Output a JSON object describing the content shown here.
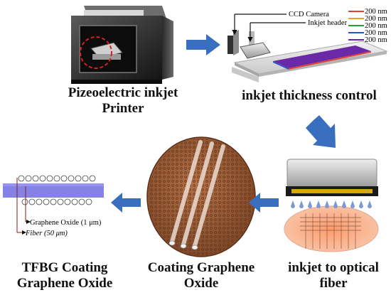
{
  "steps": [
    {
      "line1": "Pizeoelectric inkjet",
      "line2": "Printer"
    },
    {
      "line1": "inkjet thickness control",
      "line2": ""
    },
    {
      "line1": "inkjet to optical",
      "line2": "fiber"
    },
    {
      "line1": "Coating Graphene",
      "line2": "Oxide"
    },
    {
      "line1": "TFBG Coating",
      "line2": "Graphene Oxide"
    }
  ],
  "thickness_panel": {
    "ccd_label": "CCD Camera",
    "inkjet_label": "Inkjet header",
    "layers": [
      {
        "label": "200 nm",
        "color": "#e8402a"
      },
      {
        "label": "200 nm",
        "color": "#f2a018"
      },
      {
        "label": "200 nm",
        "color": "#22a03a"
      },
      {
        "label": "200 nm",
        "color": "#2456c8"
      },
      {
        "label": "200 nm",
        "color": "#6a2aa8"
      }
    ]
  },
  "fiber_panel": {
    "go_label": "Graphene Oxide (1 μm)",
    "fiber_label": "Fiber (50 μm)"
  },
  "colors": {
    "arrow": "#3a6fc0",
    "wafer": "#9a5b36",
    "fiber": "#6f6ce0"
  }
}
